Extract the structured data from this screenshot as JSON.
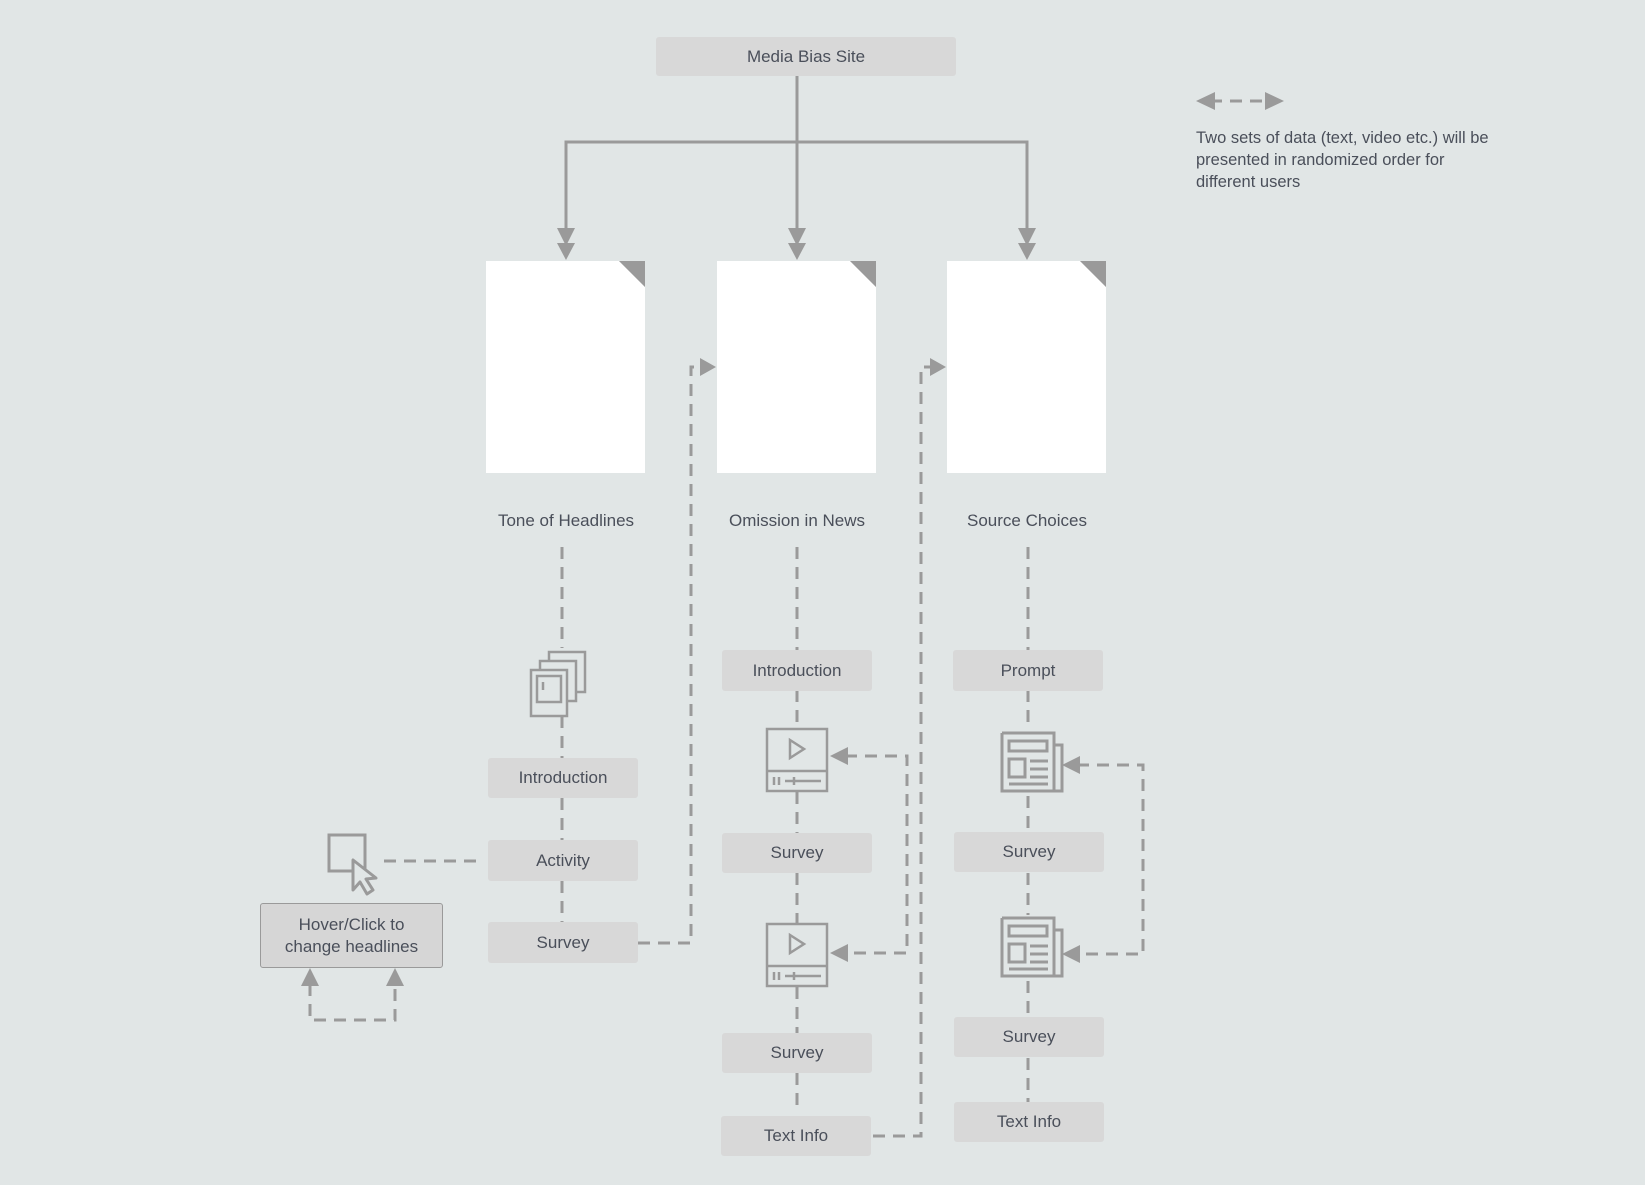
{
  "title": "Media Bias Site",
  "legend": {
    "arrow_icon": "double-headed-dashed-arrow",
    "text": "Two sets of data (text, video etc.) will be presented in randomized order for different users"
  },
  "columns": [
    {
      "label": "Tone of Headlines",
      "icon": "stacked-cards-icon",
      "items": [
        "Introduction",
        "Activity",
        "Survey"
      ],
      "interaction": {
        "icon": "cursor-click-icon",
        "label": "Hover/Click to change headlines"
      }
    },
    {
      "label": "Omission in News",
      "items": [
        "Introduction",
        "Survey",
        "Survey",
        "Text Info"
      ],
      "media_icon": "video-player-icon"
    },
    {
      "label": "Source Choices",
      "items": [
        "Prompt",
        "Survey",
        "Survey",
        "Text Info"
      ],
      "media_icon": "newspaper-icon"
    }
  ],
  "colors": {
    "background": "#e1e6e6",
    "box": "#d8d8d8",
    "line": "#9a9a9a",
    "page": "#ffffff",
    "text": "#4a4f5a"
  }
}
